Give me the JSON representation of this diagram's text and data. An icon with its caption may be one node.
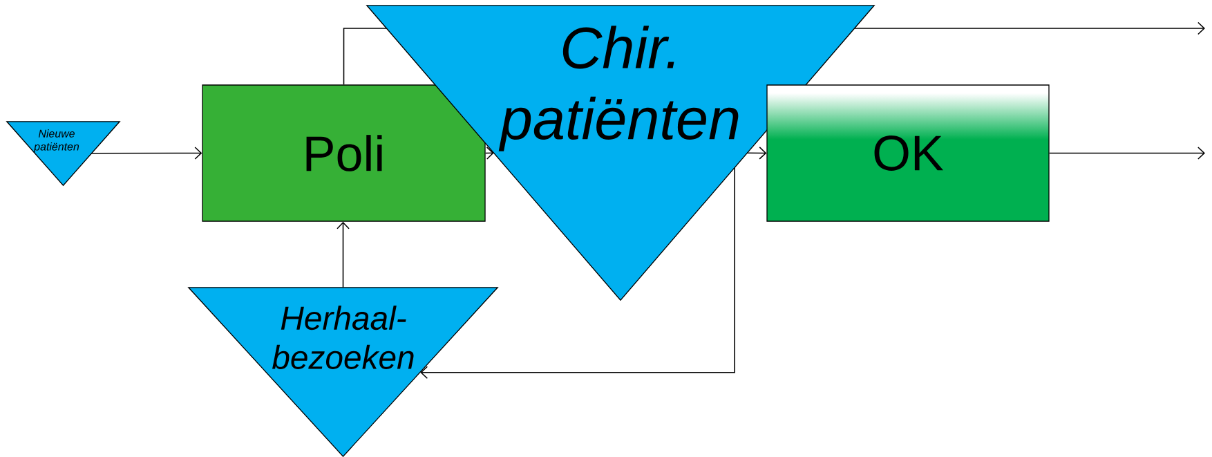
{
  "diagram": {
    "nodes": [
      {
        "text": [
          "Nieuwe patiënten"
        ]
      },
      {
        "text": [
          "Poli"
        ]
      },
      {
        "text": [
          "Chir. patiënten"
        ]
      },
      {
        "text": [
          "OK"
        ]
      },
      {
        "text": [
          "Herhaal-bezoeken"
        ]
      }
    ],
    "edges": [
      {
        "from": 0,
        "to": 1,
        "arrow": "to"
      },
      {
        "from": 1,
        "to": 2,
        "arrow": "to"
      },
      {
        "from": 2,
        "to": 3,
        "arrow": "to"
      },
      {
        "from": 1,
        "to": null,
        "arrow": "to"
      },
      {
        "from": 3,
        "to": null,
        "arrow": "to"
      },
      {
        "from": 2,
        "to": 4,
        "arrow": "to"
      },
      {
        "from": 4,
        "to": 1,
        "arrow": "to"
      }
    ]
  }
}
